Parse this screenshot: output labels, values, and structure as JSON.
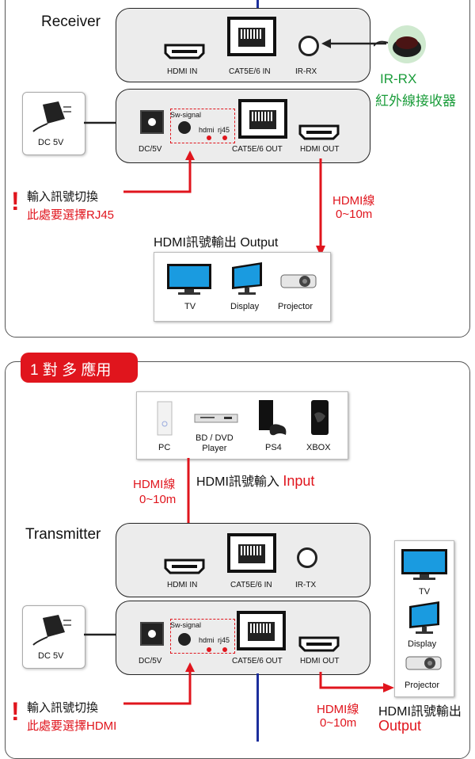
{
  "top": {
    "receiver_title": "Receiver",
    "receiver_ports": {
      "hdmi_in": "HDMI IN",
      "cat_in": "CAT5E/6 IN",
      "ir_rx": "IR-RX"
    },
    "ir_label": "IR-RX",
    "ir_label_cn": "紅外線接收器",
    "power_label": "DC 5V",
    "tx_ports": {
      "dc": "DC/5V",
      "cat_out": "CAT5E/6 OUT",
      "hdmi_out": "HDMI OUT"
    },
    "sw_signal": "Sw-signal",
    "sw_hdmi": "hdmi",
    "sw_rj45": "rj45",
    "note_line1": "輸入訊號切換",
    "note_line2": "此處要選擇RJ45",
    "hdmi_cable": "HDMI線",
    "hdmi_range": "0~10m",
    "output_title": "HDMI訊號輸出 Output",
    "outputs": [
      "TV",
      "Display",
      "Projector"
    ]
  },
  "bottom": {
    "badge": "1 對 多 應用",
    "sources": [
      "PC",
      "BD / DVD\nPlayer",
      "PS4",
      "XBOX"
    ],
    "hdmi_cable": "HDMI線",
    "hdmi_range": "0~10m",
    "input_title": "HDMI訊號輸入",
    "input_word": "Input",
    "transmitter_title": "Transmitter",
    "tx_ports": {
      "hdmi_in": "HDMI IN",
      "cat_in": "CAT5E/6 IN",
      "ir_tx": "IR-TX"
    },
    "power_label": "DC 5V",
    "out_ports": {
      "dc": "DC/5V",
      "cat_out": "CAT5E/6 OUT",
      "hdmi_out": "HDMI OUT"
    },
    "sw_signal": "Sw-signal",
    "sw_hdmi": "hdmi",
    "sw_rj45": "rj45",
    "outputs": [
      "TV",
      "Display",
      "Projector"
    ],
    "note_line1": "輸入訊號切換",
    "note_line2": "此處要選擇HDMI",
    "hdmi_cable2": "HDMI線",
    "hdmi_range2": "0~10m",
    "output_title": "HDMI訊號輸出",
    "output_word": "Output"
  }
}
